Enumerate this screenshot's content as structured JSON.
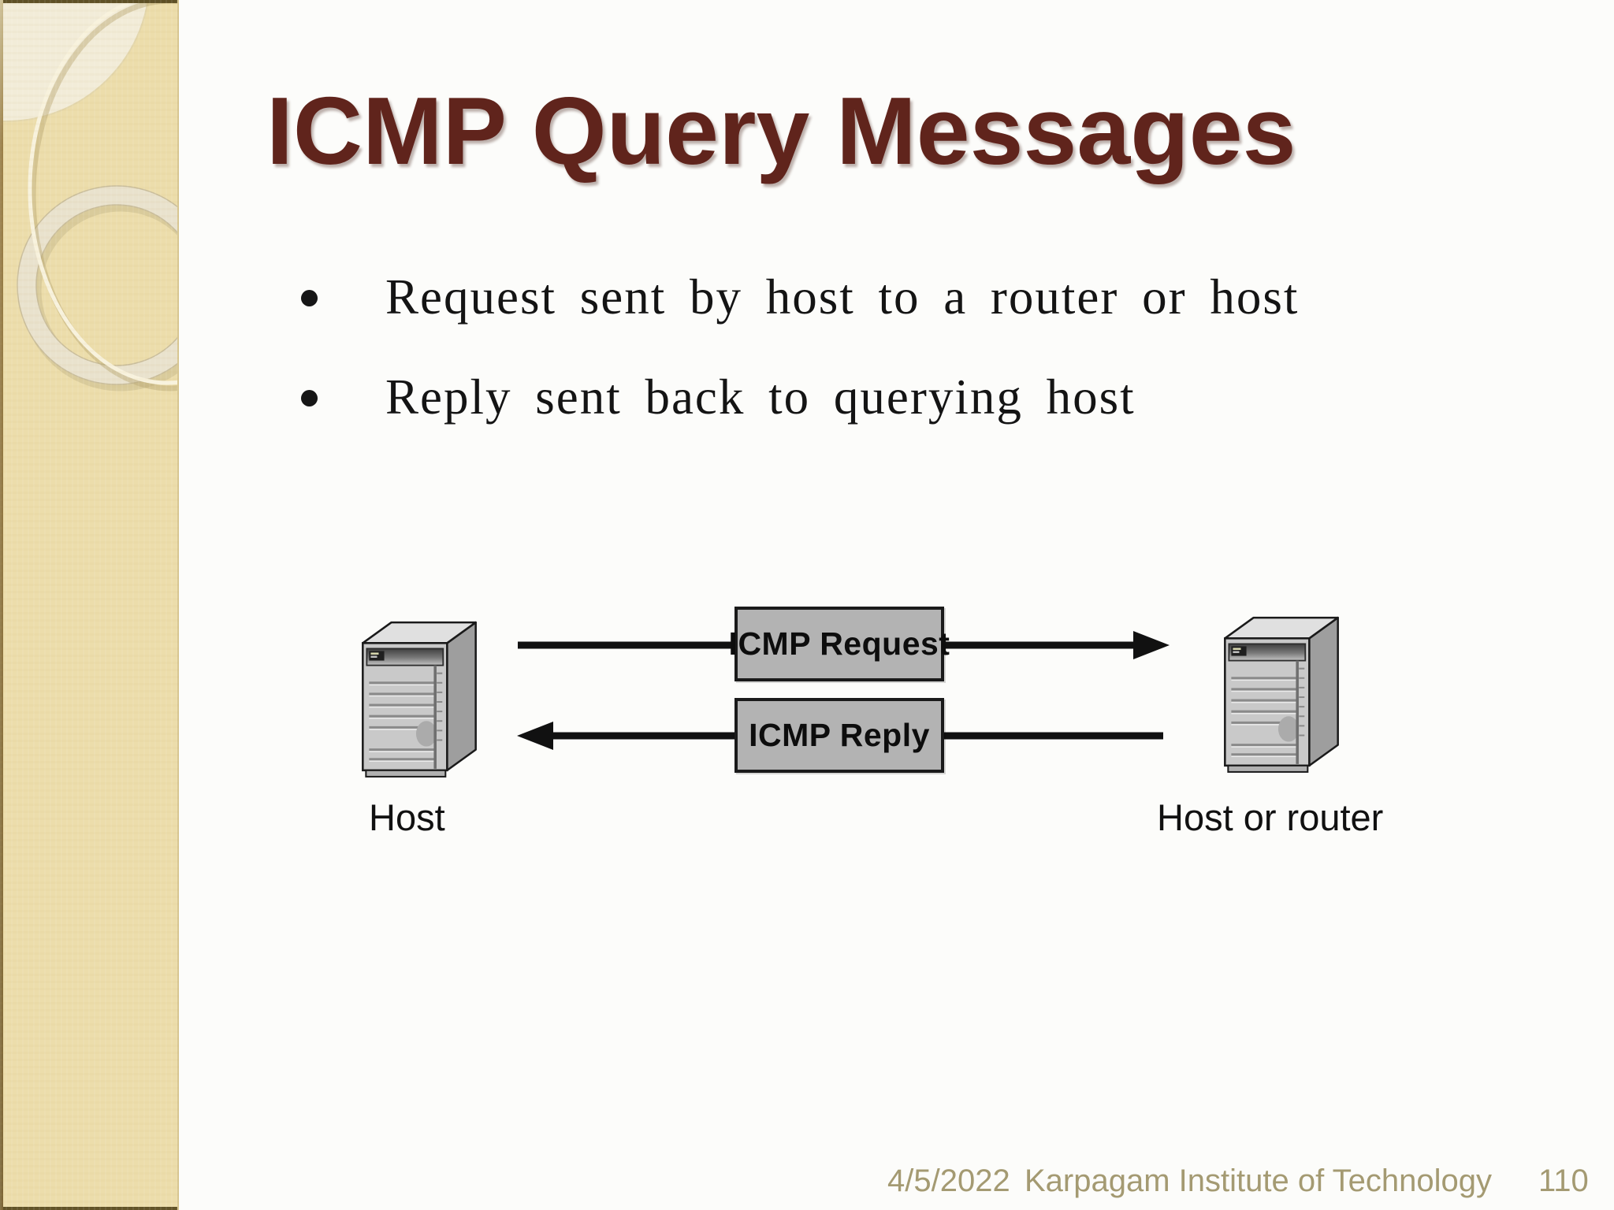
{
  "slide": {
    "title": "ICMP Query Messages",
    "bullets": [
      "Request sent by host to a router or host",
      "Reply sent back to querying host"
    ]
  },
  "diagram": {
    "request_label": "ICMP Request",
    "reply_label": "ICMP Reply",
    "left_node_label": "Host",
    "right_node_label": "Host or router",
    "left_node_icon": "server-tower-icon",
    "right_node_icon": "server-tower-icon"
  },
  "footer": {
    "date": "4/5/2022",
    "institution": "Karpagam Institute of Technology",
    "page_number": "110"
  },
  "colors": {
    "title_text": "#60241c",
    "sidebar_background": "#ecddab",
    "message_box_fill": "#b3b3b3",
    "arrow": "#111111",
    "footer_text": "#a49a72"
  }
}
